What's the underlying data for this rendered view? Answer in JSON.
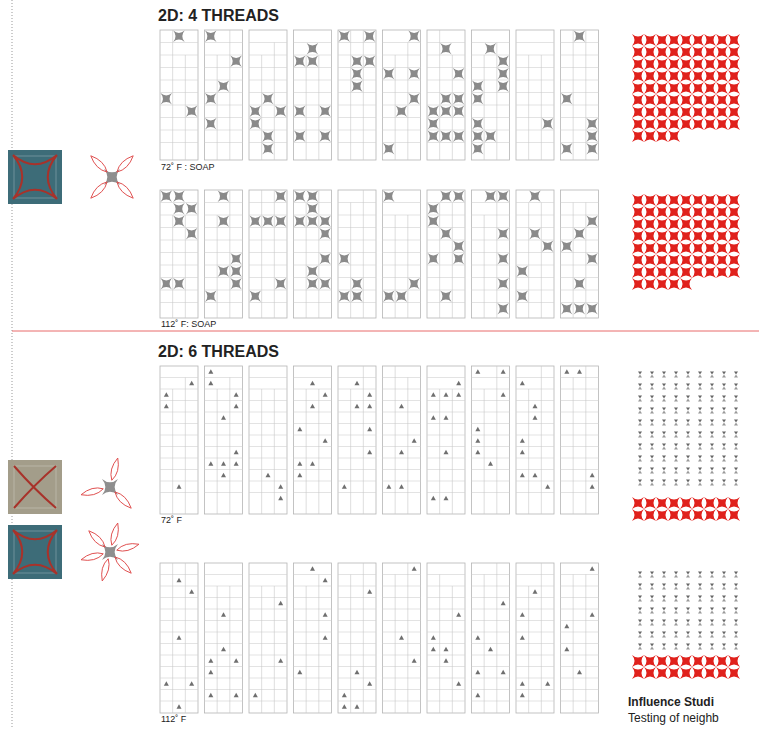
{
  "diagram": {
    "labels": [
      "2D: 4 THREADS",
      "72˚ F : SOAP",
      "112˚ F: SOAP",
      "2D: 6 THREADS",
      "72˚ F",
      "112˚ F",
      "Influence Studi",
      "Testing of neighb"
    ]
  }
}
